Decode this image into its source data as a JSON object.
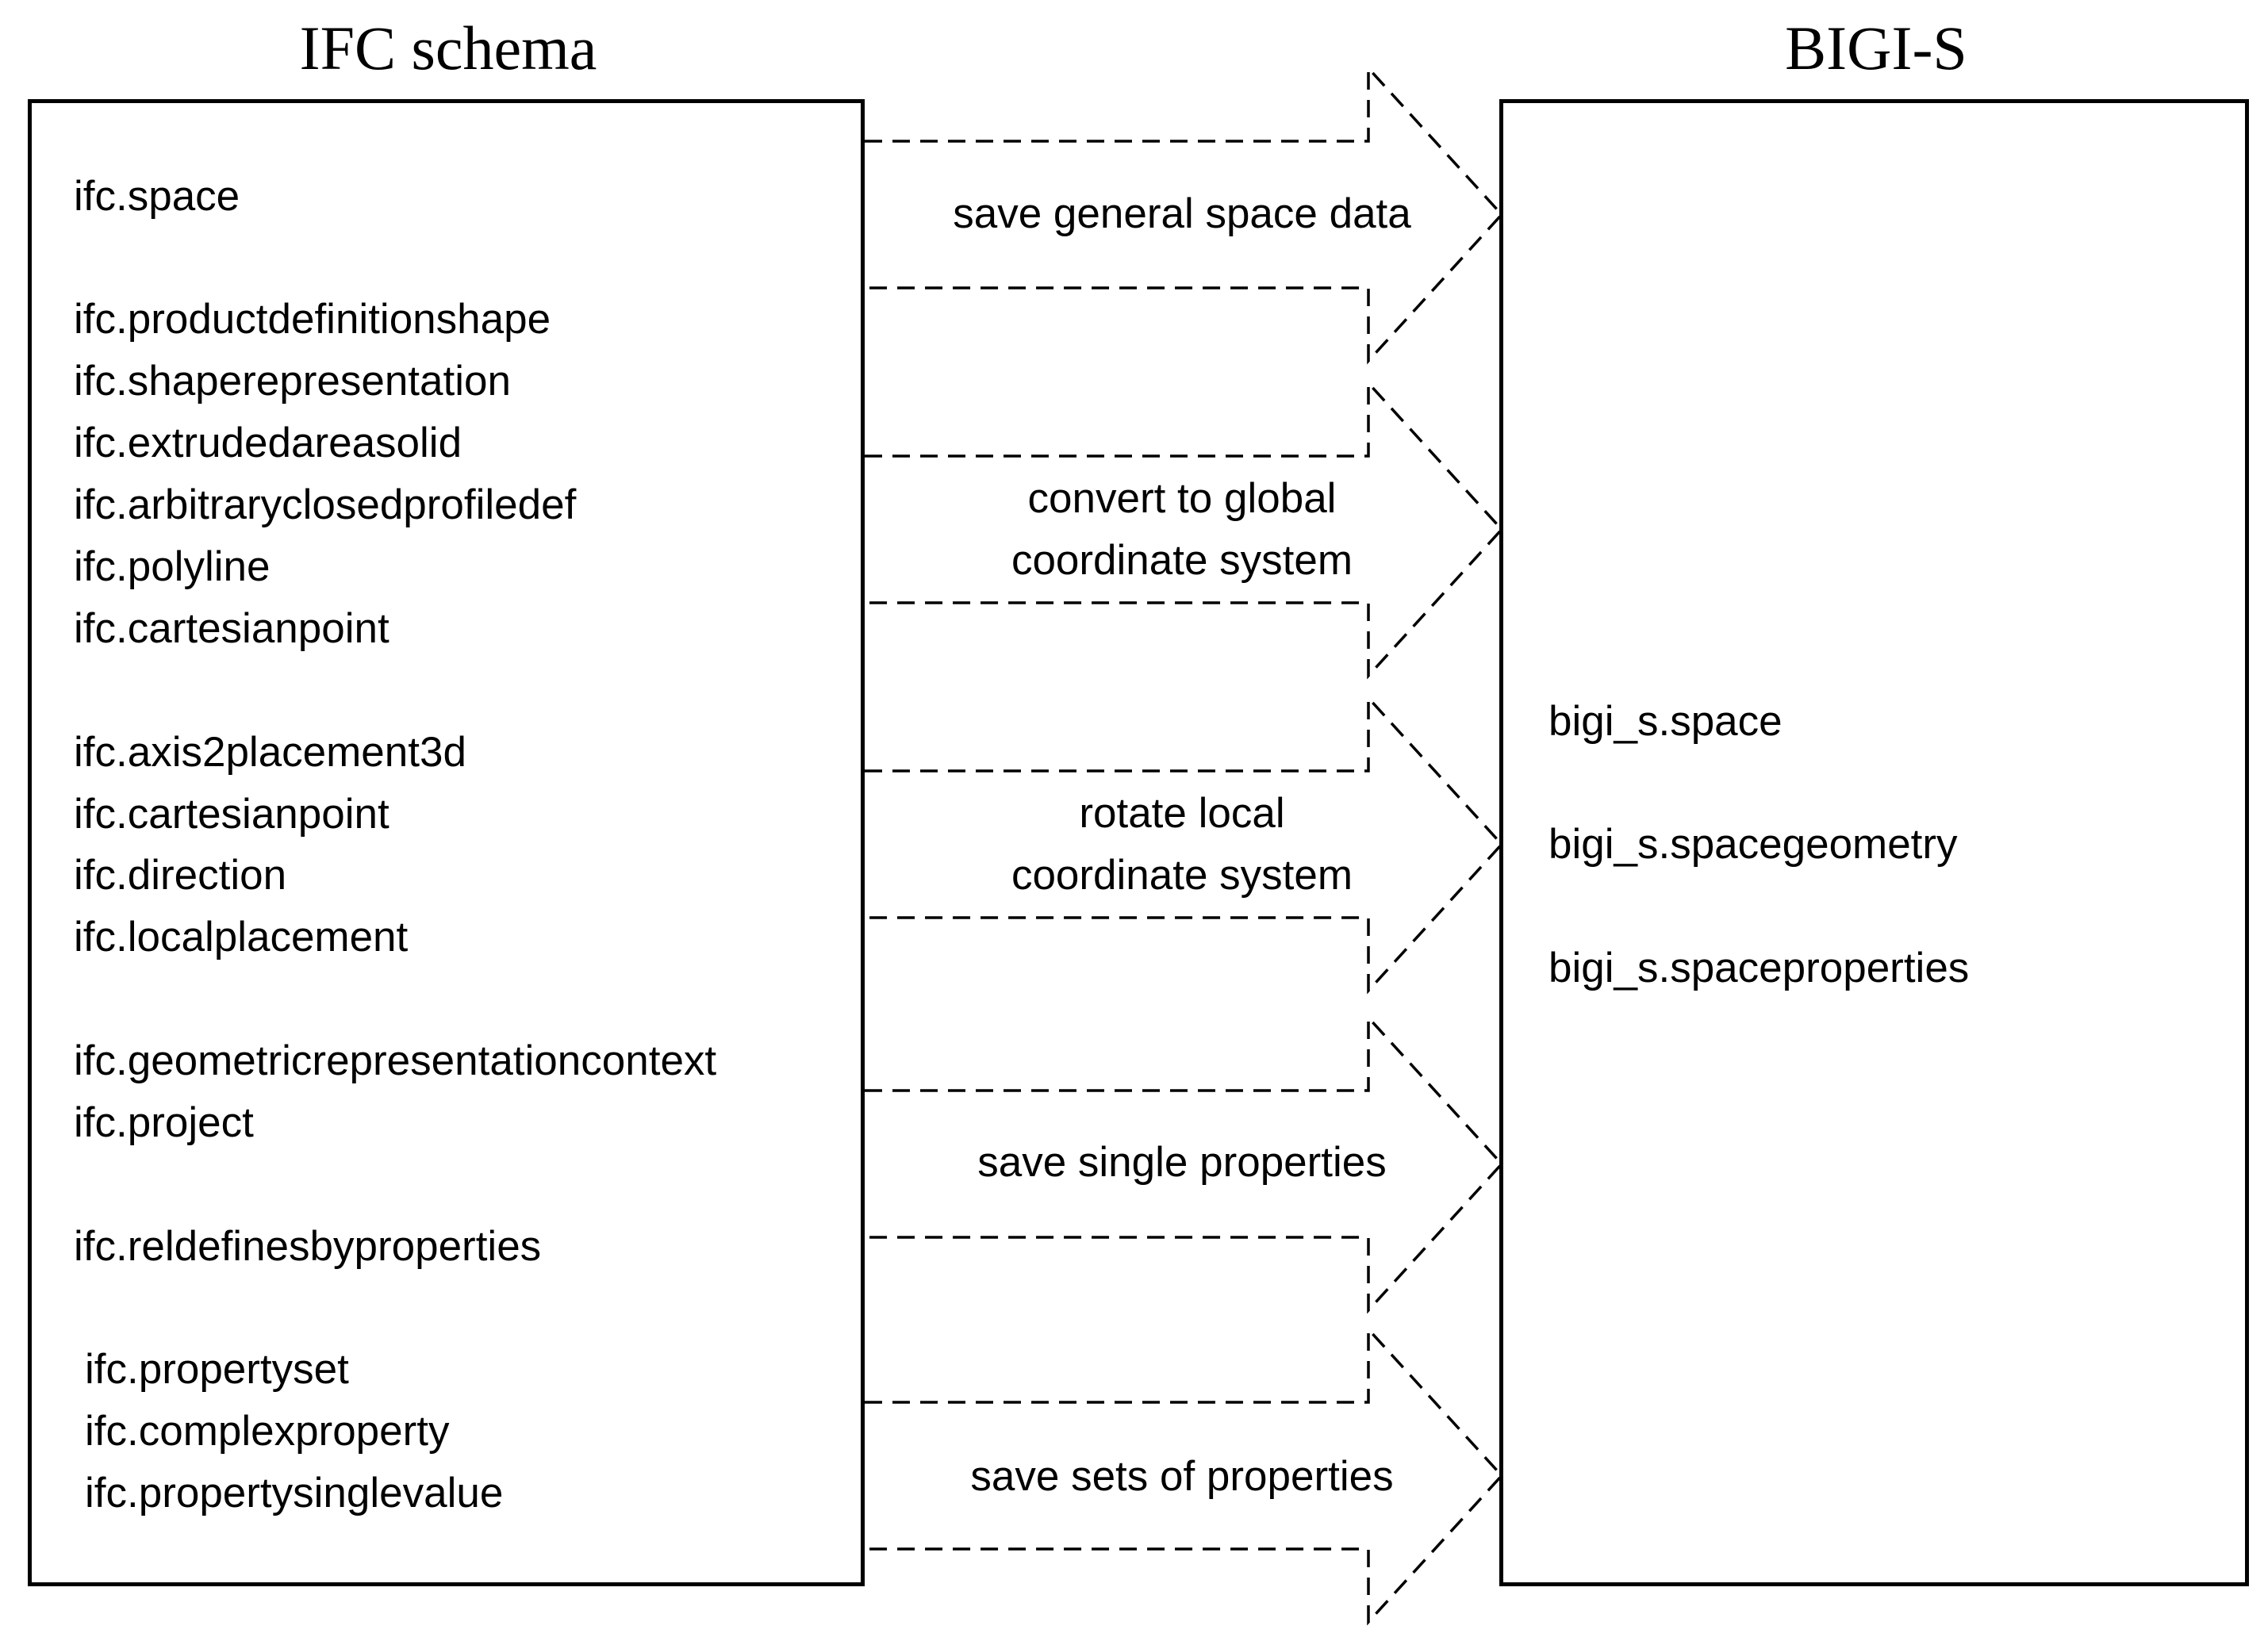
{
  "left_panel": {
    "title": "IFC schema",
    "groups": [
      [
        "ifc.space"
      ],
      [
        "ifc.productdefinitionshape",
        "ifc.shaperepresentation",
        "ifc.extrudedareasolid",
        "ifc.arbitraryclosedprofiledef",
        "ifc.polyline",
        "ifc.cartesianpoint"
      ],
      [
        "ifc.axis2placement3d",
        "ifc.cartesianpoint",
        "ifc.direction",
        "ifc.localplacement"
      ],
      [
        "ifc.geometricrepresentationcontext",
        "ifc.project"
      ],
      [
        "ifc.reldefinesbyproperties"
      ],
      [
        "ifc.propertyset",
        "ifc.complexproperty",
        "ifc.propertysinglevalue"
      ]
    ]
  },
  "right_panel": {
    "title": "BIGI-S",
    "items": [
      "bigi_s.space",
      "bigi_s.spacegeometry",
      "bigi_s.spaceproperties"
    ]
  },
  "arrows": [
    {
      "label_lines": [
        "save general space data"
      ]
    },
    {
      "label_lines": [
        "convert to global",
        "coordinate system"
      ]
    },
    {
      "label_lines": [
        "rotate local",
        "coordinate system"
      ]
    },
    {
      "label_lines": [
        "save single properties"
      ]
    },
    {
      "label_lines": [
        "save sets of properties"
      ]
    }
  ],
  "style": {
    "line_color": "#000000",
    "arrow_line_style": "dashed"
  }
}
